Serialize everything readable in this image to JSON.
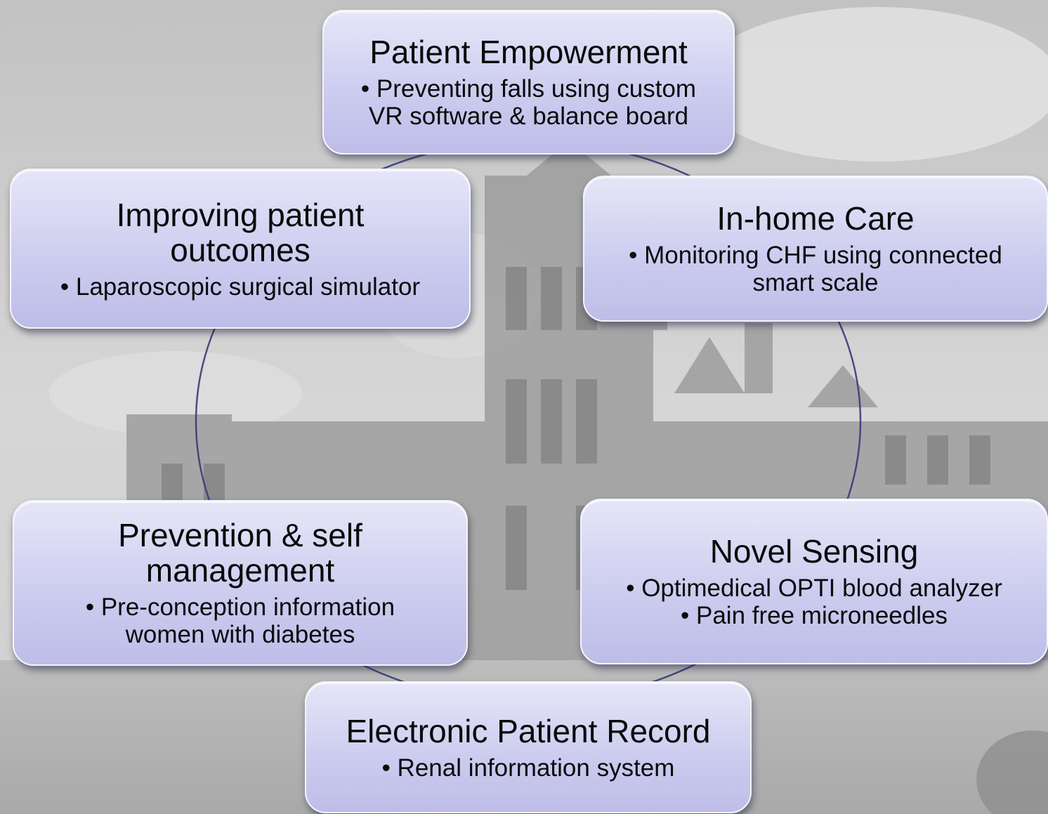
{
  "nodes": [
    {
      "id": "patient-empowerment",
      "title": "Patient Empowerment",
      "bullets": [
        "• Preventing falls using custom VR software & balance board"
      ]
    },
    {
      "id": "in-home-care",
      "title": "In-home Care",
      "bullets": [
        "• Monitoring CHF using connected smart scale"
      ]
    },
    {
      "id": "novel-sensing",
      "title": "Novel Sensing",
      "bullets": [
        "• Optimedical OPTI blood analyzer",
        "• Pain free microneedles"
      ]
    },
    {
      "id": "electronic-patient-record",
      "title": "Electronic Patient Record",
      "bullets": [
        "• Renal information system"
      ]
    },
    {
      "id": "prevention-self-management",
      "title": "Prevention & self management",
      "bullets": [
        "• Pre-conception information women with diabetes"
      ]
    },
    {
      "id": "improving-patient-outcomes",
      "title": "Improving patient outcomes",
      "bullets": [
        "• Laparoscopic surgical simulator"
      ]
    }
  ],
  "colors": {
    "node_fill": "#cdcdf0",
    "connector": "#3b3b78",
    "background": "#c9c9c9"
  }
}
